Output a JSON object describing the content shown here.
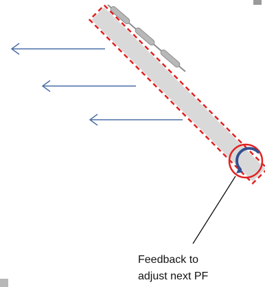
{
  "annotation": {
    "line1": "Feedback to",
    "line2": "adjust next  PF"
  },
  "colors": {
    "arrow": "#4a6fa5",
    "dashed_outline": "#e02020",
    "highlight_circle": "#e02020",
    "panel_fill": "#d9d9d9",
    "segment_fill": "#b8b8b8",
    "segment_stroke": "#8c8c8c",
    "feedback_arc": "#34508f",
    "leader_line": "#000000",
    "edge_artifact": "#9a9a9a"
  },
  "icons": {
    "arrows": "left-arrow",
    "feedback": "curved-feedback-arrow"
  }
}
